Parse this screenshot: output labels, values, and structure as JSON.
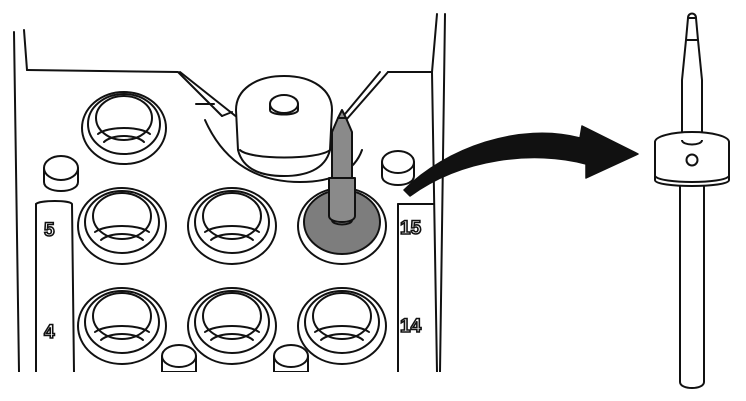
{
  "tray": {
    "position_labels": {
      "left_upper": "5",
      "left_lower": "4",
      "right_upper": "15",
      "right_lower": "14"
    },
    "highlight_color": "#7d7d7d"
  },
  "part": {
    "icon": "bit-with-collar-icon"
  },
  "arrow": {
    "icon": "curved-arrow-icon"
  }
}
